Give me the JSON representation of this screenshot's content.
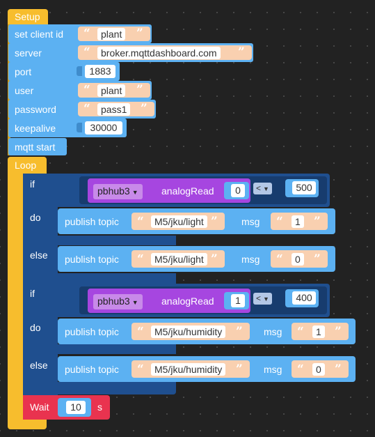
{
  "setup": {
    "header": "Setup",
    "rows": [
      {
        "label": "set client id",
        "kind": "text",
        "value": "plant"
      },
      {
        "label": "server",
        "kind": "text",
        "value": "broker.mqttdashboard.com"
      },
      {
        "label": "port",
        "kind": "number",
        "value": "1883"
      },
      {
        "label": "user",
        "kind": "text",
        "value": "plant"
      },
      {
        "label": "password",
        "kind": "text",
        "value": "pass1"
      },
      {
        "label": "keepalive",
        "kind": "number",
        "value": "30000"
      }
    ],
    "start": "mqtt start"
  },
  "loop": {
    "header": "Loop",
    "blocks": [
      {
        "if_label": "if",
        "do_label": "do",
        "else_label": "else",
        "sensor": "pbhub3",
        "read_label": "analogRead",
        "port_value": "0",
        "op": "<",
        "threshold": "500",
        "do_action": {
          "label": "publish topic",
          "topic": "M5/jku/light",
          "msg_label": "msg",
          "msg": "1"
        },
        "else_action": {
          "label": "publish topic",
          "topic": "M5/jku/light",
          "msg_label": "msg",
          "msg": "0"
        }
      },
      {
        "if_label": "if",
        "do_label": "do",
        "else_label": "else",
        "sensor": "pbhub3",
        "read_label": "analogRead",
        "port_value": "1",
        "op": "<",
        "threshold": "400",
        "do_action": {
          "label": "publish topic",
          "topic": "M5/jku/humidity",
          "msg_label": "msg",
          "msg": "1"
        },
        "else_action": {
          "label": "publish topic",
          "topic": "M5/jku/humidity",
          "msg_label": "msg",
          "msg": "0"
        }
      }
    ],
    "wait": {
      "label": "Wait",
      "value": "10",
      "unit": "s"
    }
  },
  "quote_open": "“",
  "quote_close": "”",
  "colors": {
    "setup": "#f7bd2d",
    "mqtt": "#5cb1f2",
    "logic": "#1f4f8f",
    "sensor": "#a646e0",
    "text": "#f9d0b0",
    "wait": "#e9334f"
  }
}
